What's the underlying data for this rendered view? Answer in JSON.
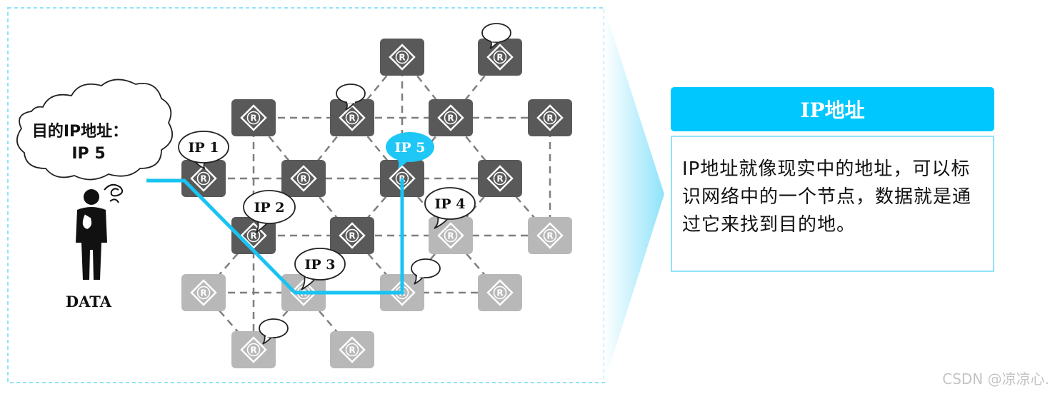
{
  "routers": [
    {
      "id": "r1",
      "shade": "dark",
      "letter": "R"
    },
    {
      "id": "r2",
      "shade": "dark",
      "letter": "R"
    },
    {
      "id": "r3",
      "shade": "dark",
      "letter": "R"
    },
    {
      "id": "r4",
      "shade": "dark",
      "letter": "R"
    },
    {
      "id": "r5",
      "shade": "dark",
      "letter": "R"
    },
    {
      "id": "r6",
      "shade": "dark",
      "letter": "R"
    },
    {
      "id": "r7",
      "shade": "dark",
      "letter": "R"
    },
    {
      "id": "r8",
      "shade": "dark",
      "letter": "R"
    },
    {
      "id": "r9",
      "shade": "dark",
      "letter": "R"
    },
    {
      "id": "r10",
      "shade": "dark",
      "letter": "R"
    },
    {
      "id": "r11",
      "shade": "dark",
      "letter": "R"
    },
    {
      "id": "r12",
      "shade": "dark",
      "letter": "R"
    },
    {
      "id": "r13",
      "shade": "light",
      "letter": "R"
    },
    {
      "id": "r14",
      "shade": "light",
      "letter": "R"
    },
    {
      "id": "r15",
      "shade": "light",
      "letter": "R"
    },
    {
      "id": "r16",
      "shade": "light",
      "letter": "R"
    },
    {
      "id": "r17",
      "shade": "light",
      "letter": "R"
    },
    {
      "id": "r18",
      "shade": "light",
      "letter": "R"
    },
    {
      "id": "r19",
      "shade": "light",
      "letter": "R"
    },
    {
      "id": "r20",
      "shade": "light",
      "letter": "R"
    }
  ],
  "ip_labels": {
    "ip1": "IP 1",
    "ip2": "IP 2",
    "ip3": "IP 3",
    "ip4": "IP 4",
    "ip5": "IP 5"
  },
  "cloud": {
    "line1": "目的IP地址：",
    "line2": "IP 5"
  },
  "person_label": "DATA",
  "info": {
    "title": "IP地址",
    "body": "IP地址就像现实中的地址，可以标识网络中的一个节点，数据就是通过它来找到目的地。"
  },
  "colors": {
    "accent": "#00c8ff",
    "path": "#19c3f2",
    "router_dark": "#595959",
    "router_light": "#b8b8b8"
  },
  "watermark": "CSDN @凉凉心."
}
